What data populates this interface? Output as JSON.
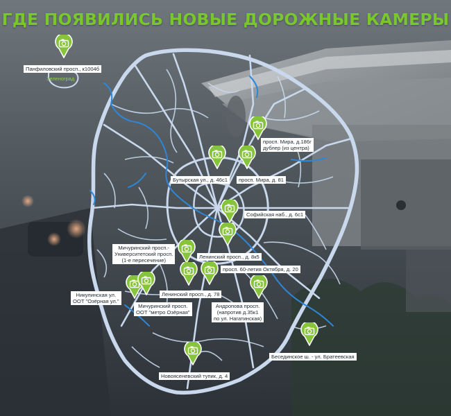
{
  "title": "ГДЕ ПОЯВИЛИСЬ НОВЫЕ ДОРОЖНЫЕ КАМЕРЫ",
  "colors": {
    "accent": "#79c72c",
    "pin_fill": "#86c43c",
    "roads": "#c9d8ec",
    "rivers": "#2f86d6",
    "label_bg": "#ffffff"
  },
  "map": {
    "area": "Москва",
    "zelenograd_label": "Зеленоград",
    "camera_icon": "camera-icon",
    "pin_icon": "map-pin-icon"
  },
  "cameras": [
    {
      "id": "panfilovsky",
      "label": "Панфиловский просп., к1004б"
    },
    {
      "id": "prosp-mira-186",
      "lines": [
        "просп. Мира, д.186г",
        "дублер (из центра)"
      ]
    },
    {
      "id": "butyrskaya",
      "label": "Бутырская ул., д. 46с1"
    },
    {
      "id": "prosp-mira-81",
      "label": "просп. Мира, д. 81"
    },
    {
      "id": "sofiyskaya",
      "label": "Софийская наб., д. 6с1"
    },
    {
      "id": "leninsky-8",
      "label": "Ленинский просп., д. 8к5"
    },
    {
      "id": "michurinsky-univer",
      "lines": [
        "Мичуринский просп.-",
        "Университетский просп.",
        "(1-е пересечение)"
      ]
    },
    {
      "id": "60-let",
      "label": "просп. 60-летия Октября, д. 20"
    },
    {
      "id": "nikulinskaya",
      "lines": [
        "Никулинская ул.",
        "ООТ \"Озёрная ул.\""
      ]
    },
    {
      "id": "michurinsky-ozernaya",
      "lines": [
        "Мичуринский просп.",
        "ООТ \"метро Озёрная\""
      ]
    },
    {
      "id": "leninsky-78",
      "label": "Ленинский просп., д. 78"
    },
    {
      "id": "andropova",
      "lines": [
        "Андропова просп.",
        "(напротив д.35к1",
        "по ул. Нагатинская)"
      ]
    },
    {
      "id": "besedinskoe",
      "label": "Бесединское ш. - ул. Братеевская"
    },
    {
      "id": "novoyasenevsky",
      "label": "Новоясеневский тупик, д. 4"
    }
  ]
}
